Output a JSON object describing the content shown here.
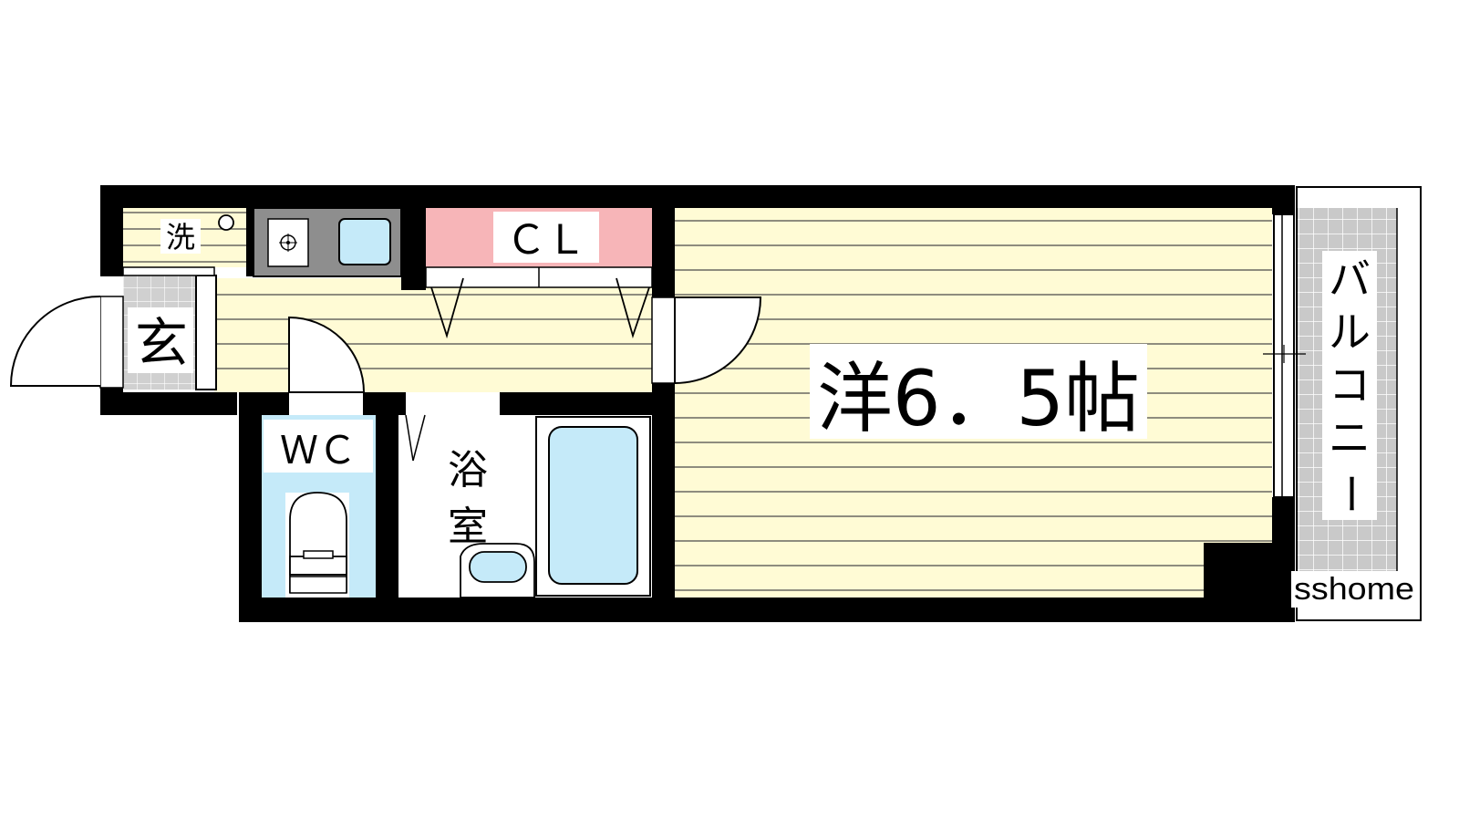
{
  "labels": {
    "laundry": "洗",
    "entrance": "玄",
    "closet": "ＣＬ",
    "toilet": "ＷＣ",
    "bath_line1": "浴",
    "bath_line2": "室",
    "main_room": "洋6．5帖",
    "balcony_chars": [
      "バ",
      "ル",
      "コ",
      "ニ",
      "ー"
    ],
    "watermark": "sshome"
  },
  "colors": {
    "floor": "#fffbd5",
    "floor_lines": "#4a4a4a",
    "closet": "#f7b5b8",
    "wet_area": "#c5eaf9",
    "walls": "#000000",
    "balcony_grid": "#c9c9c9",
    "kitchen_counter": "#8e8e8e"
  },
  "icons": {
    "washer": "circle",
    "stove": "gas-burner-icon",
    "sink": "sink-icon",
    "toilet": "toilet-icon",
    "bathtub": "bathtub-icon",
    "washbasin": "washbasin-icon"
  }
}
